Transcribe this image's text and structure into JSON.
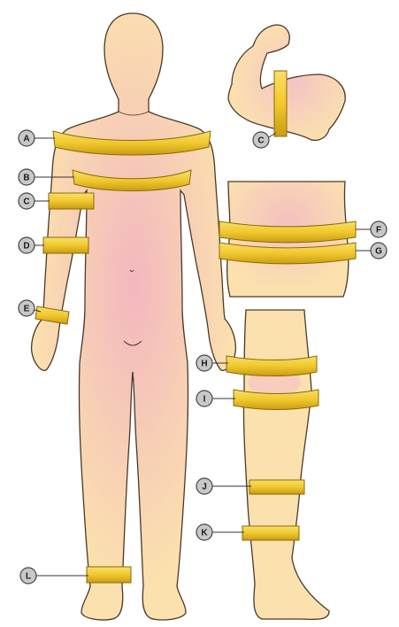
{
  "colors": {
    "background": "#ffffff",
    "skin": "#fbe1ae",
    "skin_outline": "#4a3a2a",
    "blush": "#f7c6c2",
    "tape": "#f2cf3a",
    "tape_dark": "#b88f10",
    "tape_text": "#8a6a08",
    "label_fill": "#c8c8c8",
    "label_stroke": "#444444"
  },
  "labels": {
    "A": "A",
    "B": "B",
    "C_body": "C",
    "C_arm": "C",
    "D": "D",
    "E": "E",
    "F": "F",
    "G": "G",
    "H": "H",
    "I": "I",
    "J": "J",
    "K": "K",
    "L": "L"
  }
}
